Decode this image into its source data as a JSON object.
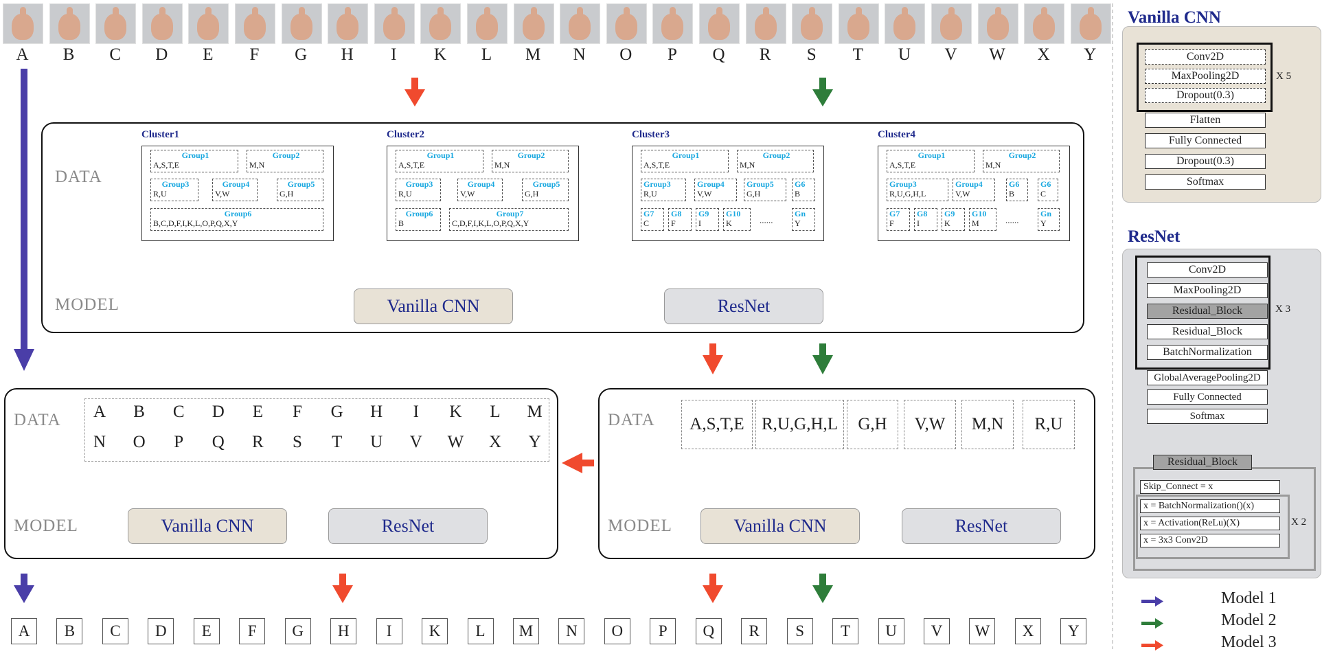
{
  "letters": [
    "A",
    "B",
    "C",
    "D",
    "E",
    "F",
    "G",
    "H",
    "I",
    "K",
    "L",
    "M",
    "N",
    "O",
    "P",
    "Q",
    "R",
    "S",
    "T",
    "U",
    "V",
    "W",
    "X",
    "Y"
  ],
  "colors": {
    "model1": "#4a3ea8",
    "model2": "#2e7d3a",
    "model3": "#f04a2e",
    "cnn_bg": "#e8e2d6",
    "res_bg": "#dfe0e3",
    "group_name": "#19a8e0",
    "title": "#1f2a8c"
  },
  "clustering": {
    "data_label": "DATA",
    "model_label": "MODEL",
    "clusters": [
      {
        "name": "Cluster1",
        "groups": [
          {
            "name": "Group1",
            "letters": "A,S,T,E"
          },
          {
            "name": "Group2",
            "letters": "M,N"
          },
          {
            "name": "Group3",
            "letters": "R,U"
          },
          {
            "name": "Group4",
            "letters": "V,W"
          },
          {
            "name": "Group5",
            "letters": "G,H"
          },
          {
            "name": "Group6",
            "letters": "B,C,D,F,I,K,L,O,P,Q,X,Y"
          }
        ]
      },
      {
        "name": "Cluster2",
        "groups": [
          {
            "name": "Group1",
            "letters": "A,S,T,E"
          },
          {
            "name": "Group2",
            "letters": "M,N"
          },
          {
            "name": "Group3",
            "letters": "R,U"
          },
          {
            "name": "Group4",
            "letters": "V,W"
          },
          {
            "name": "Group5",
            "letters": "G,H"
          },
          {
            "name": "Group6",
            "letters": "B"
          },
          {
            "name": "Group7",
            "letters": "C,D,F,I,K,L,O,P,Q,X,Y"
          }
        ]
      },
      {
        "name": "Cluster3",
        "groups": [
          {
            "name": "Group1",
            "letters": "A,S,T,E"
          },
          {
            "name": "Group2",
            "letters": "M,N"
          },
          {
            "name": "Group3",
            "letters": "R,U"
          },
          {
            "name": "Group4",
            "letters": "V,W"
          },
          {
            "name": "Group5",
            "letters": "G,H"
          },
          {
            "name": "G6",
            "letters": "B"
          },
          {
            "name": "G7",
            "letters": "C"
          },
          {
            "name": "G8",
            "letters": "F"
          },
          {
            "name": "G9",
            "letters": "I"
          },
          {
            "name": "G10",
            "letters": "K"
          },
          {
            "name": "Gn",
            "letters": "Y"
          }
        ],
        "ellipsis": "......"
      },
      {
        "name": "Cluster4",
        "groups": [
          {
            "name": "Group1",
            "letters": "A,S,T,E"
          },
          {
            "name": "Group2",
            "letters": "M,N"
          },
          {
            "name": "Group3",
            "letters": "R,U,G,H,L"
          },
          {
            "name": "Group4",
            "letters": "V,W"
          },
          {
            "name": "G6",
            "letters": "B"
          },
          {
            "name": "G6",
            "letters": "C"
          },
          {
            "name": "G7",
            "letters": "F"
          },
          {
            "name": "G8",
            "letters": "I"
          },
          {
            "name": "G9",
            "letters": "K"
          },
          {
            "name": "G10",
            "letters": "M"
          },
          {
            "name": "Gn",
            "letters": "Y"
          }
        ],
        "ellipsis": "......"
      }
    ],
    "model_cnn": "Vanilla CNN",
    "model_res": "ResNet"
  },
  "model1_panel": {
    "data_label": "DATA",
    "model_label": "MODEL",
    "row1": [
      "A",
      "B",
      "C",
      "D",
      "E",
      "F",
      "G",
      "H",
      "I",
      "K",
      "L",
      "M"
    ],
    "row2": [
      "N",
      "O",
      "P",
      "Q",
      "R",
      "S",
      "T",
      "U",
      "V",
      "W",
      "X",
      "Y"
    ],
    "model_cnn": "Vanilla CNN",
    "model_res": "ResNet"
  },
  "model3_panel": {
    "data_label": "DATA",
    "model_label": "MODEL",
    "groups": [
      "A,S,T,E",
      "R,U,G,H,L",
      "G,H",
      "V,W",
      "M,N",
      "R,U"
    ],
    "model_cnn": "Vanilla CNN",
    "model_res": "ResNet"
  },
  "vanilla_cnn": {
    "title": "Vanilla CNN",
    "repeat_layers": [
      "Conv2D",
      "MaxPooling2D",
      "Dropout(0.3)"
    ],
    "repeat_label": "X 5",
    "layers": [
      "Flatten",
      "Fully Connected",
      "Dropout(0.3)",
      "Softmax"
    ]
  },
  "resnet": {
    "title": "ResNet",
    "repeat_layers": [
      "Conv2D",
      "MaxPooling2D",
      "Residual_Block",
      "Residual_Block",
      "BatchNormalization"
    ],
    "repeat_label": "X 3",
    "layers": [
      "GlobalAveragePooling2D",
      "Fully Connected",
      "Softmax"
    ],
    "block_title": "Residual_Block",
    "skip": "Skip_Connect = x",
    "block_layers": [
      "x = BatchNormalization()(x)",
      "x = Activation(ReLu)(X)",
      "x = 3x3 Conv2D"
    ],
    "block_repeat": "X 2"
  },
  "legend": [
    {
      "label": "Model 1",
      "color": "#4a3ea8"
    },
    {
      "label": "Model 2",
      "color": "#2e7d3a"
    },
    {
      "label": "Model 3",
      "color": "#f04a2e"
    }
  ]
}
